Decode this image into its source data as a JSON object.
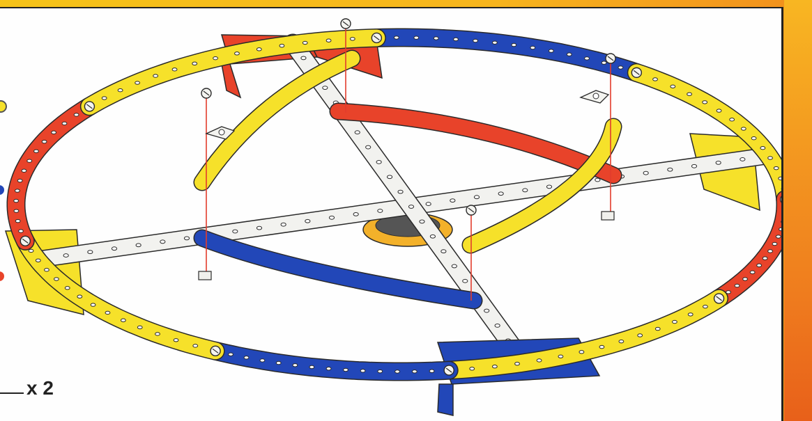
{
  "instruction": {
    "quantity_label": "x 2"
  },
  "colors": {
    "yellow": "#f6e12a",
    "red": "#e8432a",
    "blue": "#2247b8",
    "white": "#f2f2ef",
    "outline": "#2a2a2a",
    "guide_line": "#e23c2c",
    "frame_orange": "#f7a21b"
  },
  "parts": [
    "yellow-curved-strip",
    "red-curved-strip",
    "blue-curved-strip",
    "white-flat-strip",
    "red-flanged-plate",
    "blue-flanged-plate",
    "yellow-flanged-plate",
    "bolt",
    "square-nut",
    "angle-bracket",
    "wheel-hub"
  ]
}
